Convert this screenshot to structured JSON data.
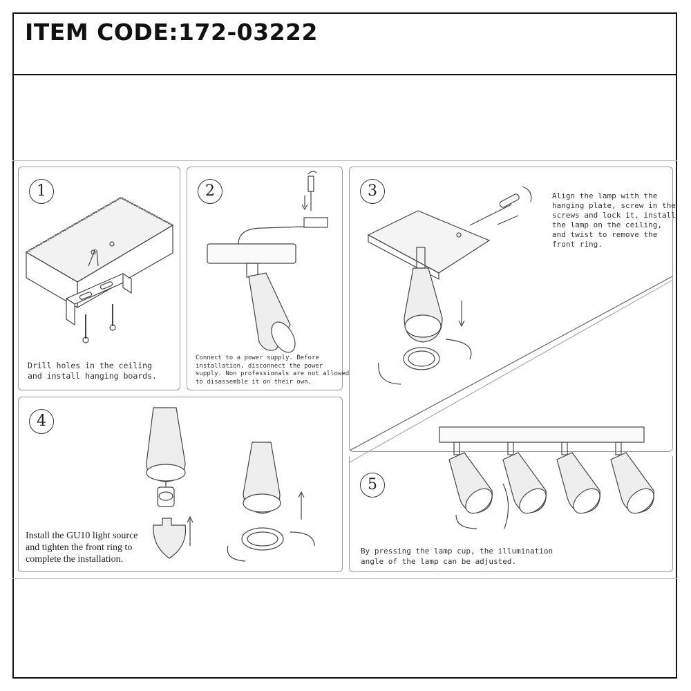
{
  "header": {
    "title": "ITEM CODE:172-03222"
  },
  "steps": [
    {
      "number": "1",
      "caption": "Drill holes in the ceiling\nand install hanging boards."
    },
    {
      "number": "2",
      "caption": "Connect to a power supply. Before\ninstallation, disconnect the power\nsupply. Non professionals are not allowed\nto disassemble it on their own."
    },
    {
      "number": "3",
      "caption": "Align the lamp with the\nhanging plate, screw in the\nscrews and lock it, install\nthe lamp on the ceiling,\nand twist to remove the\nfront ring."
    },
    {
      "number": "4",
      "caption": "Install the GU10 light source\nand tighten the front ring to\ncomplete the installation."
    },
    {
      "number": "5",
      "caption": "By pressing the lamp cup, the illumination\nangle of the lamp can be adjusted."
    }
  ]
}
